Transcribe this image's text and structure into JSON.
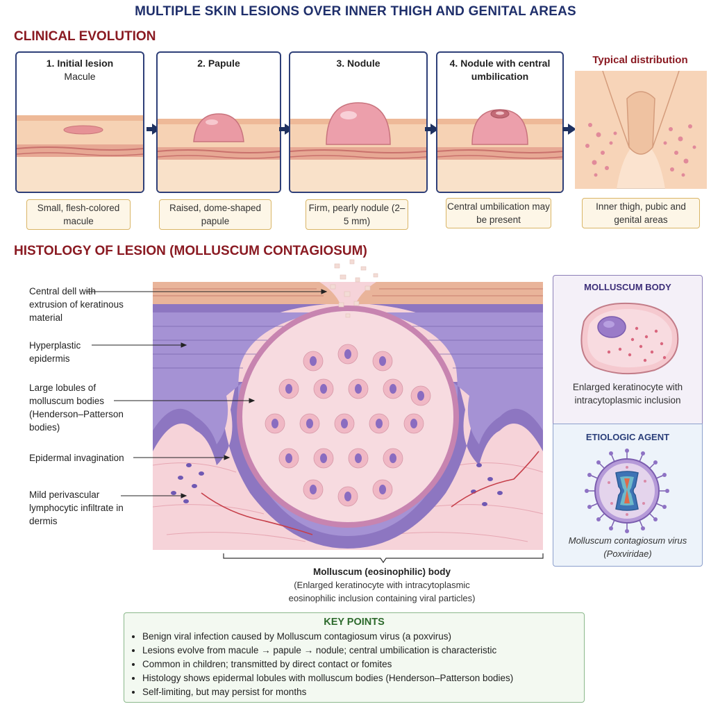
{
  "title": "MULTIPLE SKIN LESIONS OVER INNER THIGH AND GENITAL AREAS",
  "clinical": {
    "heading": "CLINICAL EVOLUTION",
    "stages": [
      {
        "title": "1. Initial lesion",
        "subtitle": "Macule",
        "caption": "Small, flesh-colored macule"
      },
      {
        "title": "2. Papule",
        "subtitle": "",
        "caption": "Raised, dome-shaped papule"
      },
      {
        "title": "3. Nodule",
        "subtitle": "",
        "caption": "Firm, pearly nodule (2–5 mm)"
      },
      {
        "title": "4. Nodule with central umbilication",
        "subtitle": "",
        "caption": "Central umbilication may be present"
      }
    ],
    "distribution": {
      "title": "Typical distribution",
      "caption": "Inner thigh, pubic and genital areas"
    }
  },
  "histology": {
    "heading": "HISTOLOGY OF LESION (MOLLUSCUM CONTAGIOSUM)",
    "labels": [
      "Central dell with extrusion of keratinous material",
      "Hyperplastic epidermis",
      "Large lobules of molluscum bodies (Henderson–Patterson bodies)",
      "Epidermal invagination",
      "Mild perivascular lymphocytic infiltrate in dermis"
    ],
    "bottom_title": "Molluscum (eosinophilic) body",
    "bottom_desc": "(Enlarged keratinocyte with intracytoplasmic eosinophilic inclusion containing viral particles)"
  },
  "molluscum_body": {
    "title": "MOLLUSCUM BODY",
    "caption": "Enlarged keratinocyte with intracytoplasmic inclusion"
  },
  "etiologic": {
    "title": "ETIOLOGIC AGENT",
    "virus": "Molluscum contagiosum virus",
    "family": "(Poxviridae)"
  },
  "key_points": {
    "title": "KEY POINTS",
    "items": [
      "Benign viral infection caused by Molluscum contagiosum virus (a poxvirus)",
      "Lesions evolve from macule → papule → nodule; central umbilication is characteristic",
      "Common in children; transmitted by direct contact or fomites",
      "Histology shows epidermal lobules with molluscum bodies (Henderson–Patterson bodies)",
      "Self-limiting, but may persist for months"
    ]
  }
}
